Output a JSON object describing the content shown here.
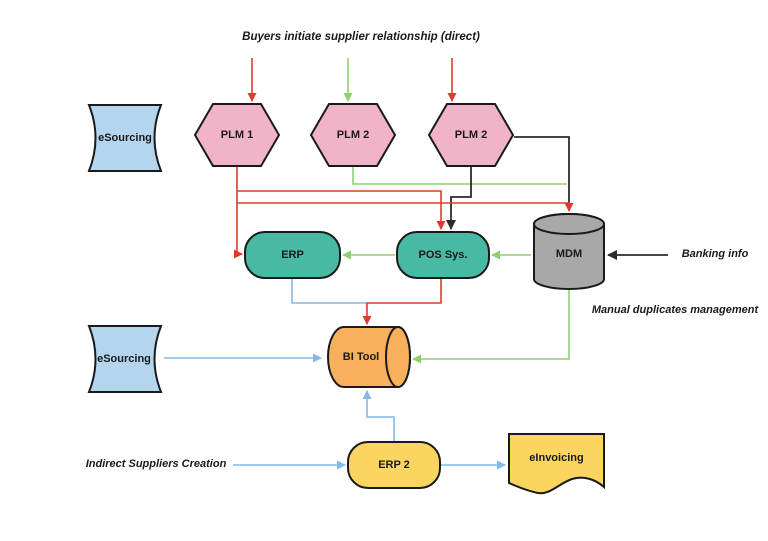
{
  "diagram": {
    "title": "Buyers initiate supplier relationship (direct)",
    "nodes": {
      "esourcing_top": "eSourcing",
      "plm1": "PLM 1",
      "plm2a": "PLM 2",
      "plm2b": "PLM 2",
      "erp": "ERP",
      "pos": "POS Sys.",
      "mdm": "MDM",
      "esourcing_mid": "eSourcing",
      "bi_tool": "BI Tool",
      "erp2": "ERP 2",
      "einvoicing": "eInvoicing"
    },
    "annotations": {
      "banking_info": "Banking info",
      "manual_duplicates": "Manual duplicates management",
      "indirect_suppliers": "Indirect Suppliers Creation"
    },
    "palette": {
      "red": "#e03a30",
      "green": "#8fd16f",
      "blue": "#84b9e6",
      "black": "#2b2b2b",
      "pink": "#f1b3c7",
      "teal": "#48b9a3",
      "gray": "#a8a8a8",
      "orange": "#f7b05c",
      "yellow": "#fbd560",
      "lightblue": "#b3d6ee",
      "border": "#1a1a1a"
    },
    "edges": [
      {
        "from": "buyers-initiate-label",
        "to": "plm1",
        "color": "red"
      },
      {
        "from": "buyers-initiate-label",
        "to": "plm2a",
        "color": "green"
      },
      {
        "from": "buyers-initiate-label",
        "to": "plm2b",
        "color": "red"
      },
      {
        "from": "plm1",
        "to": "erp",
        "color": "red"
      },
      {
        "from": "plm1",
        "to": "pos",
        "color": "red"
      },
      {
        "from": "plm1",
        "to": "mdm",
        "color": "red"
      },
      {
        "from": "plm2a",
        "to": "mdm",
        "color": "green"
      },
      {
        "from": "plm2b",
        "to": "pos",
        "color": "black"
      },
      {
        "from": "plm2b",
        "to": "mdm",
        "color": "black"
      },
      {
        "from": "pos",
        "to": "erp",
        "color": "green"
      },
      {
        "from": "mdm",
        "to": "pos",
        "color": "green"
      },
      {
        "from": "banking_info",
        "to": "mdm",
        "color": "black"
      },
      {
        "from": "mdm",
        "to": "bi_tool",
        "color": "green"
      },
      {
        "from": "erp",
        "to": "bi_tool",
        "color": "blue"
      },
      {
        "from": "pos",
        "to": "bi_tool",
        "color": "red"
      },
      {
        "from": "esourcing_mid",
        "to": "bi_tool",
        "color": "blue"
      },
      {
        "from": "indirect_suppliers",
        "to": "erp2",
        "color": "blue"
      },
      {
        "from": "erp2",
        "to": "bi_tool",
        "color": "blue"
      },
      {
        "from": "erp2",
        "to": "einvoicing",
        "color": "blue"
      }
    ]
  }
}
